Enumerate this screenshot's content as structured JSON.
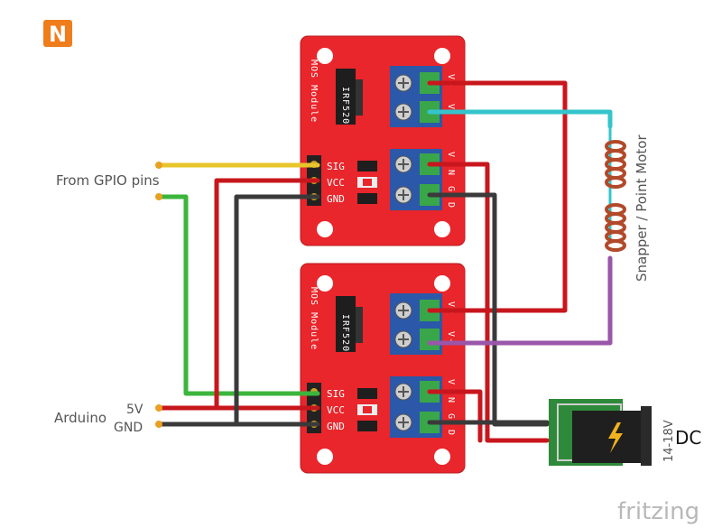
{
  "app_logo": {
    "letter": "N",
    "color": "#ef7d1b"
  },
  "labels": {
    "gpio": "From GPIO pins",
    "arduino": "Arduino",
    "five_v": "5V",
    "gnd": "GND",
    "motor": "Snapper / Point Motor",
    "dc": "DC",
    "dc_voltage": "14-18V",
    "watermark": "fritzing"
  },
  "module": {
    "title": "MOS Module",
    "chip": "IRF520",
    "pins": [
      "SIG",
      "VCC",
      "GND"
    ],
    "out_terminal": [
      "V+",
      "V-"
    ],
    "in_terminal": [
      "V",
      "N",
      "G",
      "D"
    ]
  },
  "colors": {
    "board": "#e8262b",
    "terminal": "#2b58a8",
    "screw_block": "#3aa64a",
    "wire_red": "#c8161d",
    "wire_black": "#3a3a3a",
    "wire_yellow": "#e8c52a",
    "wire_green": "#3bb53b",
    "wire_cyan": "#35c4cc",
    "wire_purple": "#9a56a8"
  }
}
